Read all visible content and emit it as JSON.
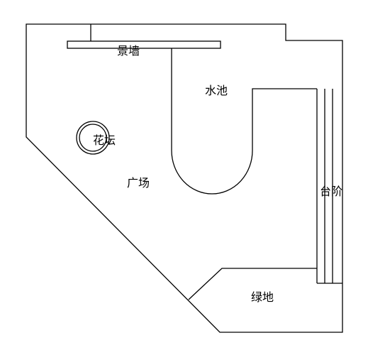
{
  "colors": {
    "background": "#ffffff",
    "stroke": "#000000"
  },
  "labels": {
    "feature_wall": "景墙",
    "pool": "水池",
    "flower_bed": "花坛",
    "plaza": "广场",
    "steps": "台阶",
    "green_space": "绿地"
  }
}
